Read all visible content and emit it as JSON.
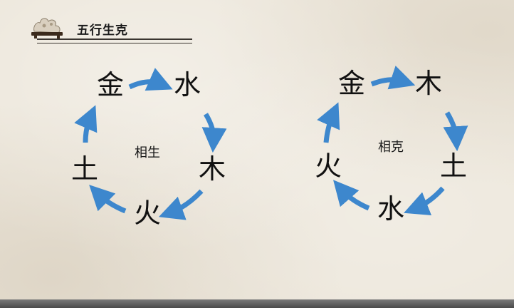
{
  "header": {
    "title": "五行生克",
    "logo_icon": "scholar-rock-icon"
  },
  "colors": {
    "arrow": "#3d87cd",
    "text": "#111111",
    "rule": "#3a3530"
  },
  "cycles": [
    {
      "center_label": "相生",
      "nodes": [
        "金",
        "水",
        "木",
        "火",
        "土"
      ]
    },
    {
      "center_label": "相克",
      "nodes": [
        "金",
        "木",
        "土",
        "水",
        "火"
      ]
    }
  ]
}
